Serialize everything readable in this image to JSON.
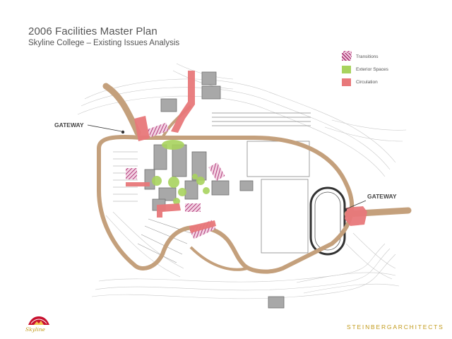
{
  "header": {
    "title": "2006 Facilities Master Plan",
    "subtitle": "Skyline College – Existing Issues Analysis"
  },
  "legend": {
    "items": [
      {
        "label": "Transitions",
        "color": "#b03a7a"
      },
      {
        "label": "Exterior Spaces",
        "color": "#a8d35e"
      },
      {
        "label": "Circulation",
        "color": "#e8787a"
      }
    ]
  },
  "map": {
    "labels": {
      "gateway_west": "GATEWAY",
      "gateway_east": "GATEWAY"
    },
    "colors": {
      "road": "#c4a07c",
      "circulation": "#e8787a",
      "exterior": "#a8d35e",
      "transition": "#b03a7a",
      "building": "#a8a8a8",
      "contour": "#c9c9c9"
    }
  },
  "footer": {
    "logo_text": "Skyline",
    "firm_name": "STEINBERGARCHITECTS",
    "logo_icon": "skyline-college-logo"
  }
}
